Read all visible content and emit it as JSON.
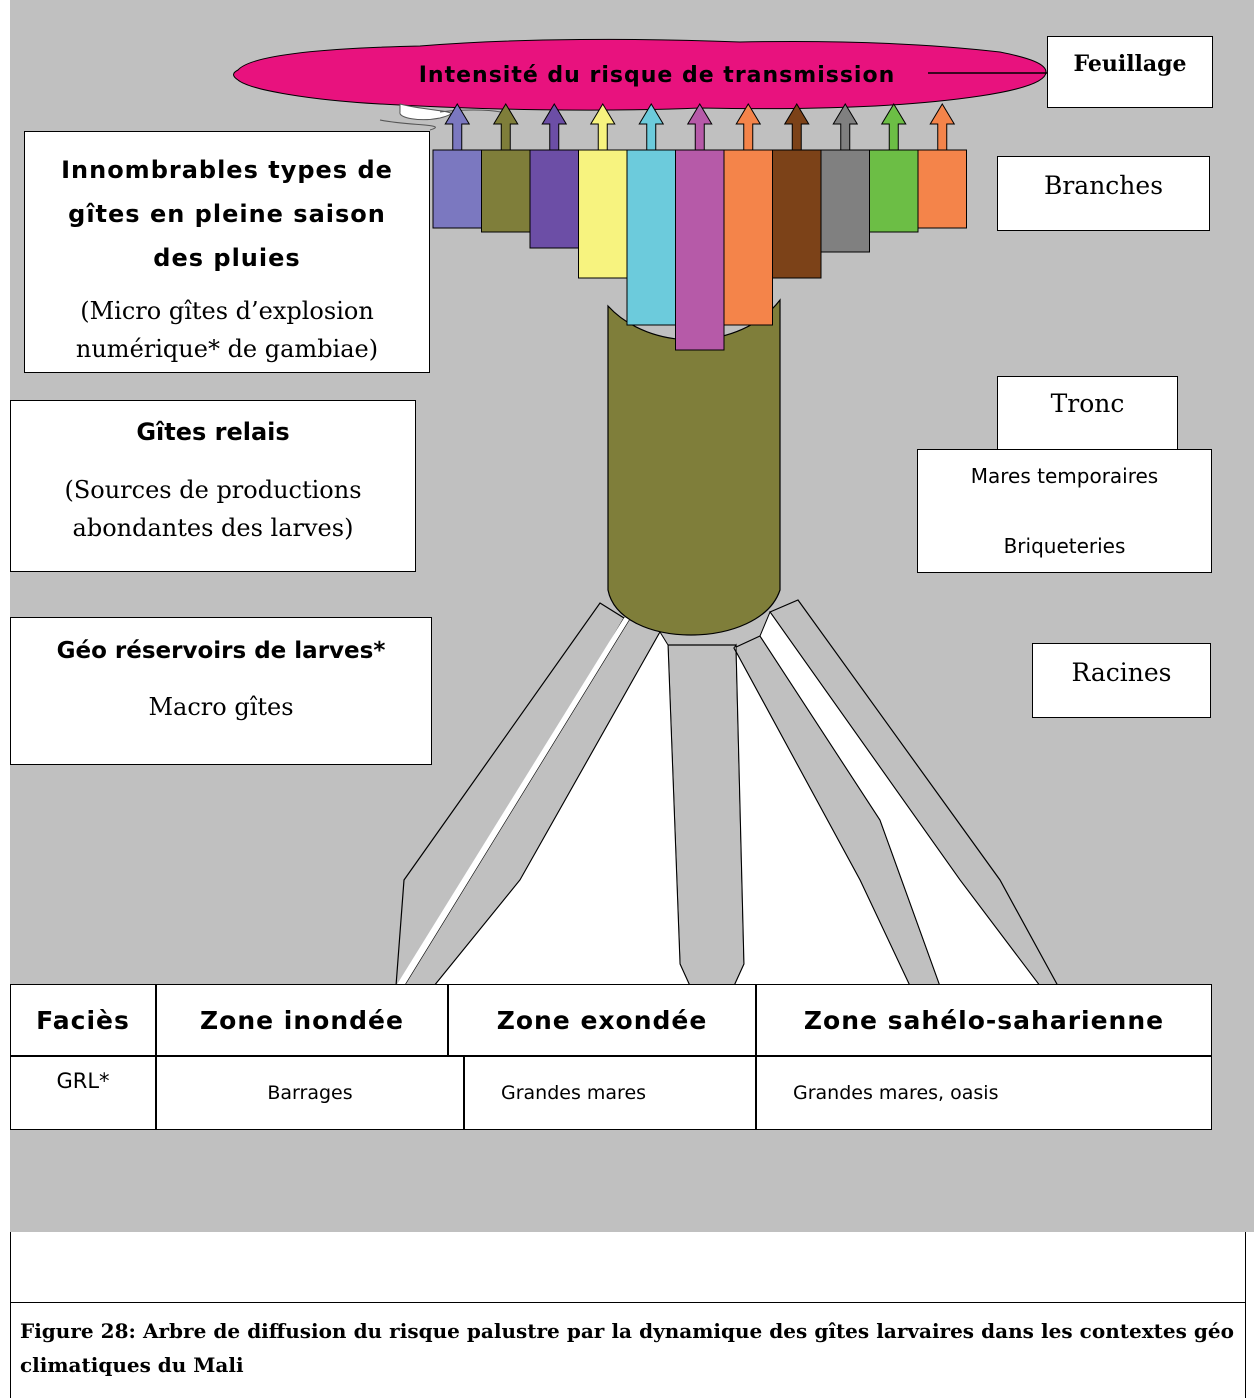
{
  "foliage": {
    "title": "Intensité du risque de transmission",
    "color": "#e8127e"
  },
  "levels": {
    "feuillage": "Feuillage",
    "branches": "Branches",
    "tronc": "Tronc",
    "racines": "Racines"
  },
  "tronc_items": [
    "Mares temporaires",
    "Briqueteries"
  ],
  "branches_box": {
    "title_lines": [
      "Innombrables types de",
      "gîtes en pleine saison",
      "des pluies"
    ],
    "sub_lines": [
      "(Micro gîtes d’explosion",
      "numérique* de gambiae)"
    ]
  },
  "relais_box": {
    "title": "Gîtes relais",
    "sub_lines": [
      "(Sources de productions",
      "abondantes des larves)"
    ]
  },
  "reservoirs_box": {
    "title": "Géo réservoirs de larves*",
    "sub": "Macro gîtes"
  },
  "branch_colors": [
    "#7b78c0",
    "#7f7e3a",
    "#6c4ea6",
    "#f7f37f",
    "#6ccbdc",
    "#b65aa8",
    "#f4844a",
    "#7c4218",
    "#808080",
    "#6cbe45",
    "#f4844a"
  ],
  "trunk_color": "#7f7e3a",
  "table": {
    "headers": [
      "Faciès",
      "Zone inondée",
      "Zone exondée",
      "Zone sahélo-saharienne"
    ],
    "row_label": "GRL*",
    "row_values": [
      "Barrages",
      "Grandes mares",
      "Grandes mares, oasis"
    ]
  },
  "caption": {
    "label": "Figure 28",
    "text": ": Arbre de diffusion du risque palustre par la dynamique des gîtes larvaires dans les contextes géo climatiques du Mali"
  }
}
